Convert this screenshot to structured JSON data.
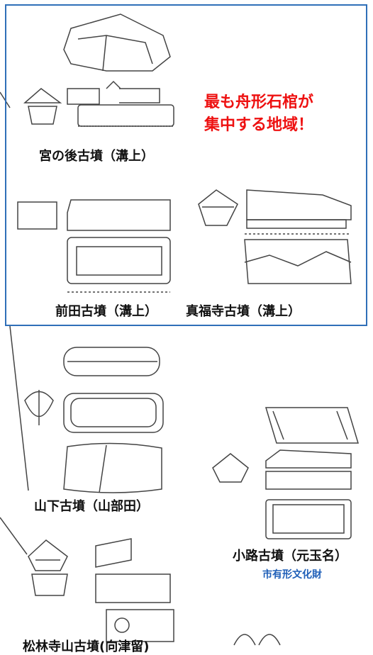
{
  "callout": {
    "line1": "最も舟形石棺が",
    "line2": "集中する地域！"
  },
  "labels": {
    "miyanoushiro": "宮の後古墳（溝上）",
    "maeda": "前田古墳（溝上）",
    "shinpukuji": "真福寺古墳（溝上）",
    "yamashita": "山下古墳（山部田）",
    "komichi": "小路古墳（元玉名）",
    "shorinjiyama": "松林寺山古墳(向津留)"
  },
  "designation": "市有形文化財",
  "colors": {
    "frame": "#2f6fb8",
    "callout": "#ee1111",
    "designation": "#1f5fb8",
    "line_art": "#444444"
  }
}
